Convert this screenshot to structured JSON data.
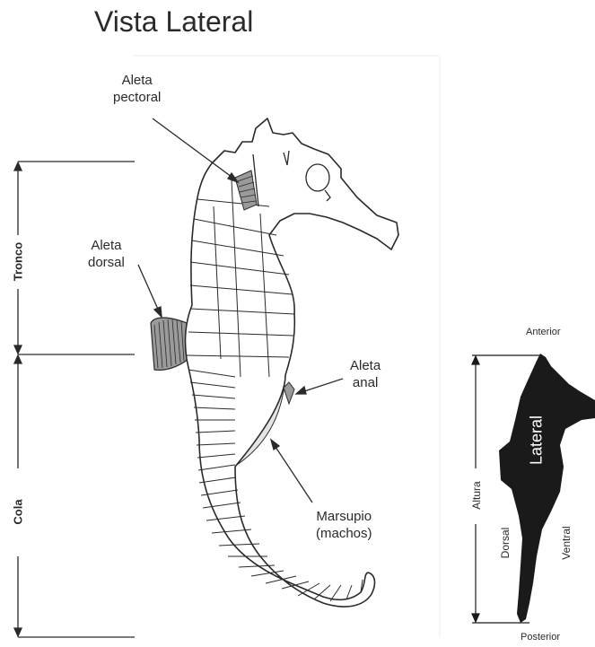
{
  "title": "Vista Lateral",
  "labels": {
    "pectoral": [
      "Aleta",
      "pectoral"
    ],
    "dorsal": [
      "Aleta",
      "dorsal"
    ],
    "anal": [
      "Aleta",
      "anal"
    ],
    "marsupio": [
      "Marsupio",
      "(machos)"
    ]
  },
  "sections": {
    "tronco": "Tronco",
    "cola": "Cola"
  },
  "orientation": {
    "anterior": "Anterior",
    "posterior": "Posterior",
    "altura": "Altura",
    "dorsal": "Dorsal",
    "ventral": "Ventral",
    "lateral": "Lateral"
  },
  "colors": {
    "outline": "#2a2a2a",
    "silhouette": "#1a1a1a",
    "marsupio_fill": "#e4e4e4",
    "fin_fill": "#9a9a9a"
  }
}
